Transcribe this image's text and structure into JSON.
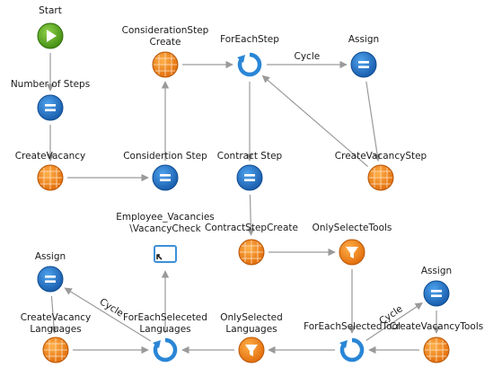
{
  "diagram": {
    "nodes": [
      {
        "id": "start",
        "type": "start",
        "label": "Start"
      },
      {
        "id": "num_steps",
        "type": "assign",
        "label": "Number of Steps"
      },
      {
        "id": "create_vacancy",
        "type": "entity",
        "label": "CreateVacancy"
      },
      {
        "id": "consid_step_create",
        "type": "entity",
        "label": "ConsiderationStep\nCreate"
      },
      {
        "id": "consid_step",
        "type": "assign",
        "label": "Considertion Step"
      },
      {
        "id": "foreach_step",
        "type": "foreach",
        "label": "ForEachStep"
      },
      {
        "id": "assign_top",
        "type": "assign",
        "label": "Assign"
      },
      {
        "id": "create_vacancy_step",
        "type": "entity",
        "label": "CreateVacancyStep"
      },
      {
        "id": "contract_step",
        "type": "assign",
        "label": "Contract Step"
      },
      {
        "id": "contract_step_create",
        "type": "entity",
        "label": "ContractStepCreate"
      },
      {
        "id": "only_selecte_tools",
        "type": "filter",
        "label": "OnlySelecteTools"
      },
      {
        "id": "emp_vac_check",
        "type": "query",
        "label": "Employee_Vacancies\n\\VacancyCheck"
      },
      {
        "id": "assign_left",
        "type": "assign",
        "label": "Assign"
      },
      {
        "id": "create_vac_lang",
        "type": "entity",
        "label": "CreateVacancy\nLanguages"
      },
      {
        "id": "foreach_sel_lang",
        "type": "foreach",
        "label": "ForEachSeleceted\nLanguages"
      },
      {
        "id": "only_sel_lang",
        "type": "filter",
        "label": "OnlySelected\nLanguages"
      },
      {
        "id": "foreach_sel_tool",
        "type": "foreach",
        "label": "ForEachSelectedTool"
      },
      {
        "id": "assign_right",
        "type": "assign",
        "label": "Assign"
      },
      {
        "id": "create_vac_tools",
        "type": "entity",
        "label": "CreateVacancyTools"
      }
    ],
    "edges": [
      {
        "from": "start",
        "to": "num_steps",
        "label": ""
      },
      {
        "from": "num_steps",
        "to": "create_vacancy",
        "label": ""
      },
      {
        "from": "create_vacancy",
        "to": "consid_step",
        "label": ""
      },
      {
        "from": "consid_step",
        "to": "consid_step_create",
        "label": ""
      },
      {
        "from": "consid_step_create",
        "to": "foreach_step",
        "label": ""
      },
      {
        "from": "foreach_step",
        "to": "assign_top",
        "label": "Cycle"
      },
      {
        "from": "assign_top",
        "to": "create_vacancy_step",
        "label": ""
      },
      {
        "from": "create_vacancy_step",
        "to": "foreach_step",
        "label": ""
      },
      {
        "from": "foreach_step",
        "to": "contract_step",
        "label": ""
      },
      {
        "from": "contract_step",
        "to": "contract_step_create",
        "label": ""
      },
      {
        "from": "contract_step_create",
        "to": "only_selecte_tools",
        "label": ""
      },
      {
        "from": "only_selecte_tools",
        "to": "foreach_sel_tool",
        "label": ""
      },
      {
        "from": "foreach_sel_tool",
        "to": "assign_right",
        "label": "Cycle"
      },
      {
        "from": "assign_right",
        "to": "create_vac_tools",
        "label": ""
      },
      {
        "from": "create_vac_tools",
        "to": "foreach_sel_tool",
        "label": ""
      },
      {
        "from": "foreach_sel_tool",
        "to": "only_sel_lang",
        "label": ""
      },
      {
        "from": "only_sel_lang",
        "to": "foreach_sel_lang",
        "label": ""
      },
      {
        "from": "foreach_sel_lang",
        "to": "assign_left",
        "label": "Cycle"
      },
      {
        "from": "assign_left",
        "to": "create_vac_lang",
        "label": ""
      },
      {
        "from": "create_vac_lang",
        "to": "foreach_sel_lang",
        "label": ""
      },
      {
        "from": "foreach_sel_lang",
        "to": "emp_vac_check",
        "label": ""
      }
    ]
  },
  "colors": {
    "start_green": "#5aa51e",
    "assign_blue": "#1a6fc2",
    "entity_orange": "#f07a12",
    "foreach_blue": "#2a86d6",
    "filter_orange": "#f28a1c",
    "edge_gray": "#9a9a9a"
  }
}
